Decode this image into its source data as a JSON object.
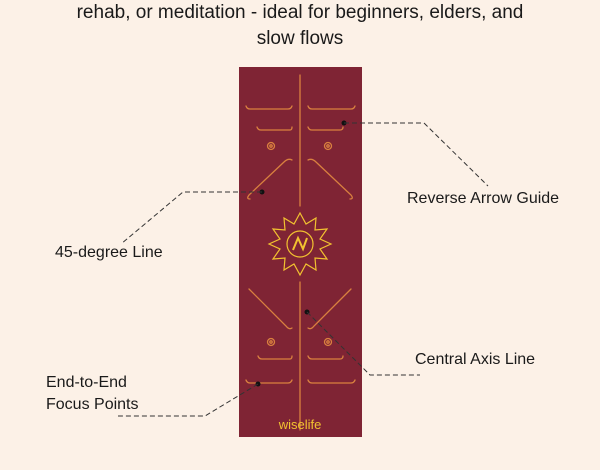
{
  "caption": {
    "line1": "rehab, or meditation - ideal for beginners, elders, and",
    "line2": "slow flows"
  },
  "mat": {
    "brand": "wiselife",
    "color": "#7f2434",
    "line_color": "#d9803f",
    "logo_color": "#f2c230"
  },
  "annotations": {
    "reverse_arrow": "Reverse Arrow Guide",
    "degree_line": "45-degree Line",
    "central_axis": "Central Axis Line",
    "focus_points_line1": "End-to-End",
    "focus_points_line2": "Focus Points"
  }
}
